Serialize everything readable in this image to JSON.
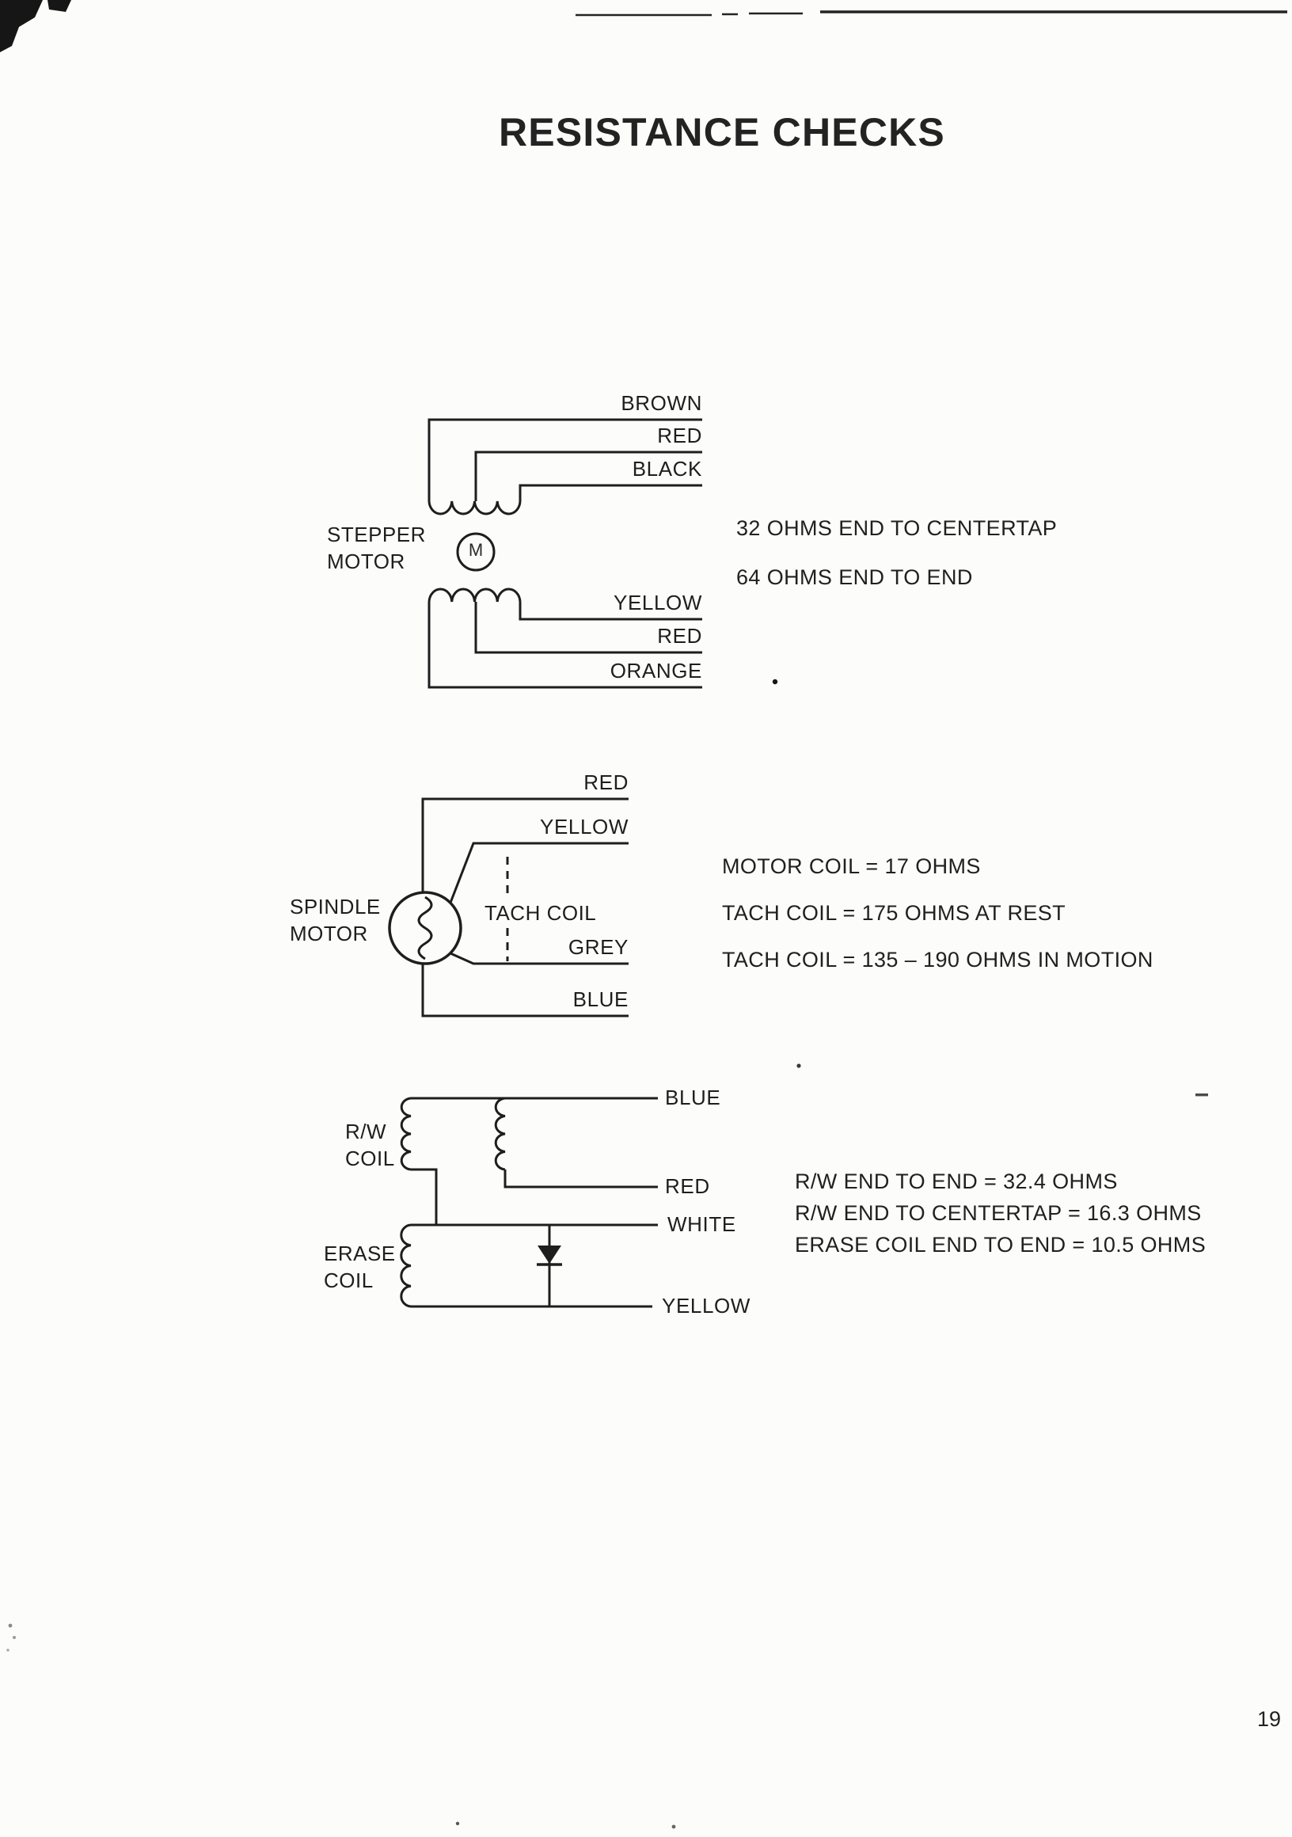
{
  "page": {
    "title": "RESISTANCE CHECKS",
    "page_number": "19",
    "colors": {
      "paper": "#fcfcfb",
      "ink": "#1e1e1e"
    }
  },
  "stepper_diagram": {
    "label": [
      "STEPPER",
      "MOTOR"
    ],
    "motor_symbol": "M",
    "top_wires": [
      "BROWN",
      "RED",
      "BLACK"
    ],
    "bottom_wires": [
      "YELLOW",
      "RED",
      "ORANGE"
    ],
    "notes": [
      "32 OHMS END TO CENTERTAP",
      "64 OHMS END TO END"
    ]
  },
  "spindle_diagram": {
    "label": [
      "SPINDLE",
      "MOTOR"
    ],
    "tach_coil_label": "TACH COIL",
    "top_wires": [
      "RED",
      "YELLOW"
    ],
    "bottom_wires": [
      "GREY",
      "BLUE"
    ],
    "notes": [
      "MOTOR COIL = 17 OHMS",
      "TACH COIL = 175 OHMS AT REST",
      "TACH COIL = 135 – 190 OHMS IN MOTION"
    ]
  },
  "head_diagram": {
    "rw_coil_label": [
      "R/W",
      "COIL"
    ],
    "erase_coil_label": [
      "ERASE",
      "COIL"
    ],
    "wires": [
      "BLUE",
      "RED",
      "WHITE",
      "YELLOW"
    ],
    "notes": [
      "R/W END TO END = 32.4 OHMS",
      "R/W END TO CENTERTAP = 16.3 OHMS",
      "ERASE COIL END TO END = 10.5 OHMS"
    ]
  }
}
